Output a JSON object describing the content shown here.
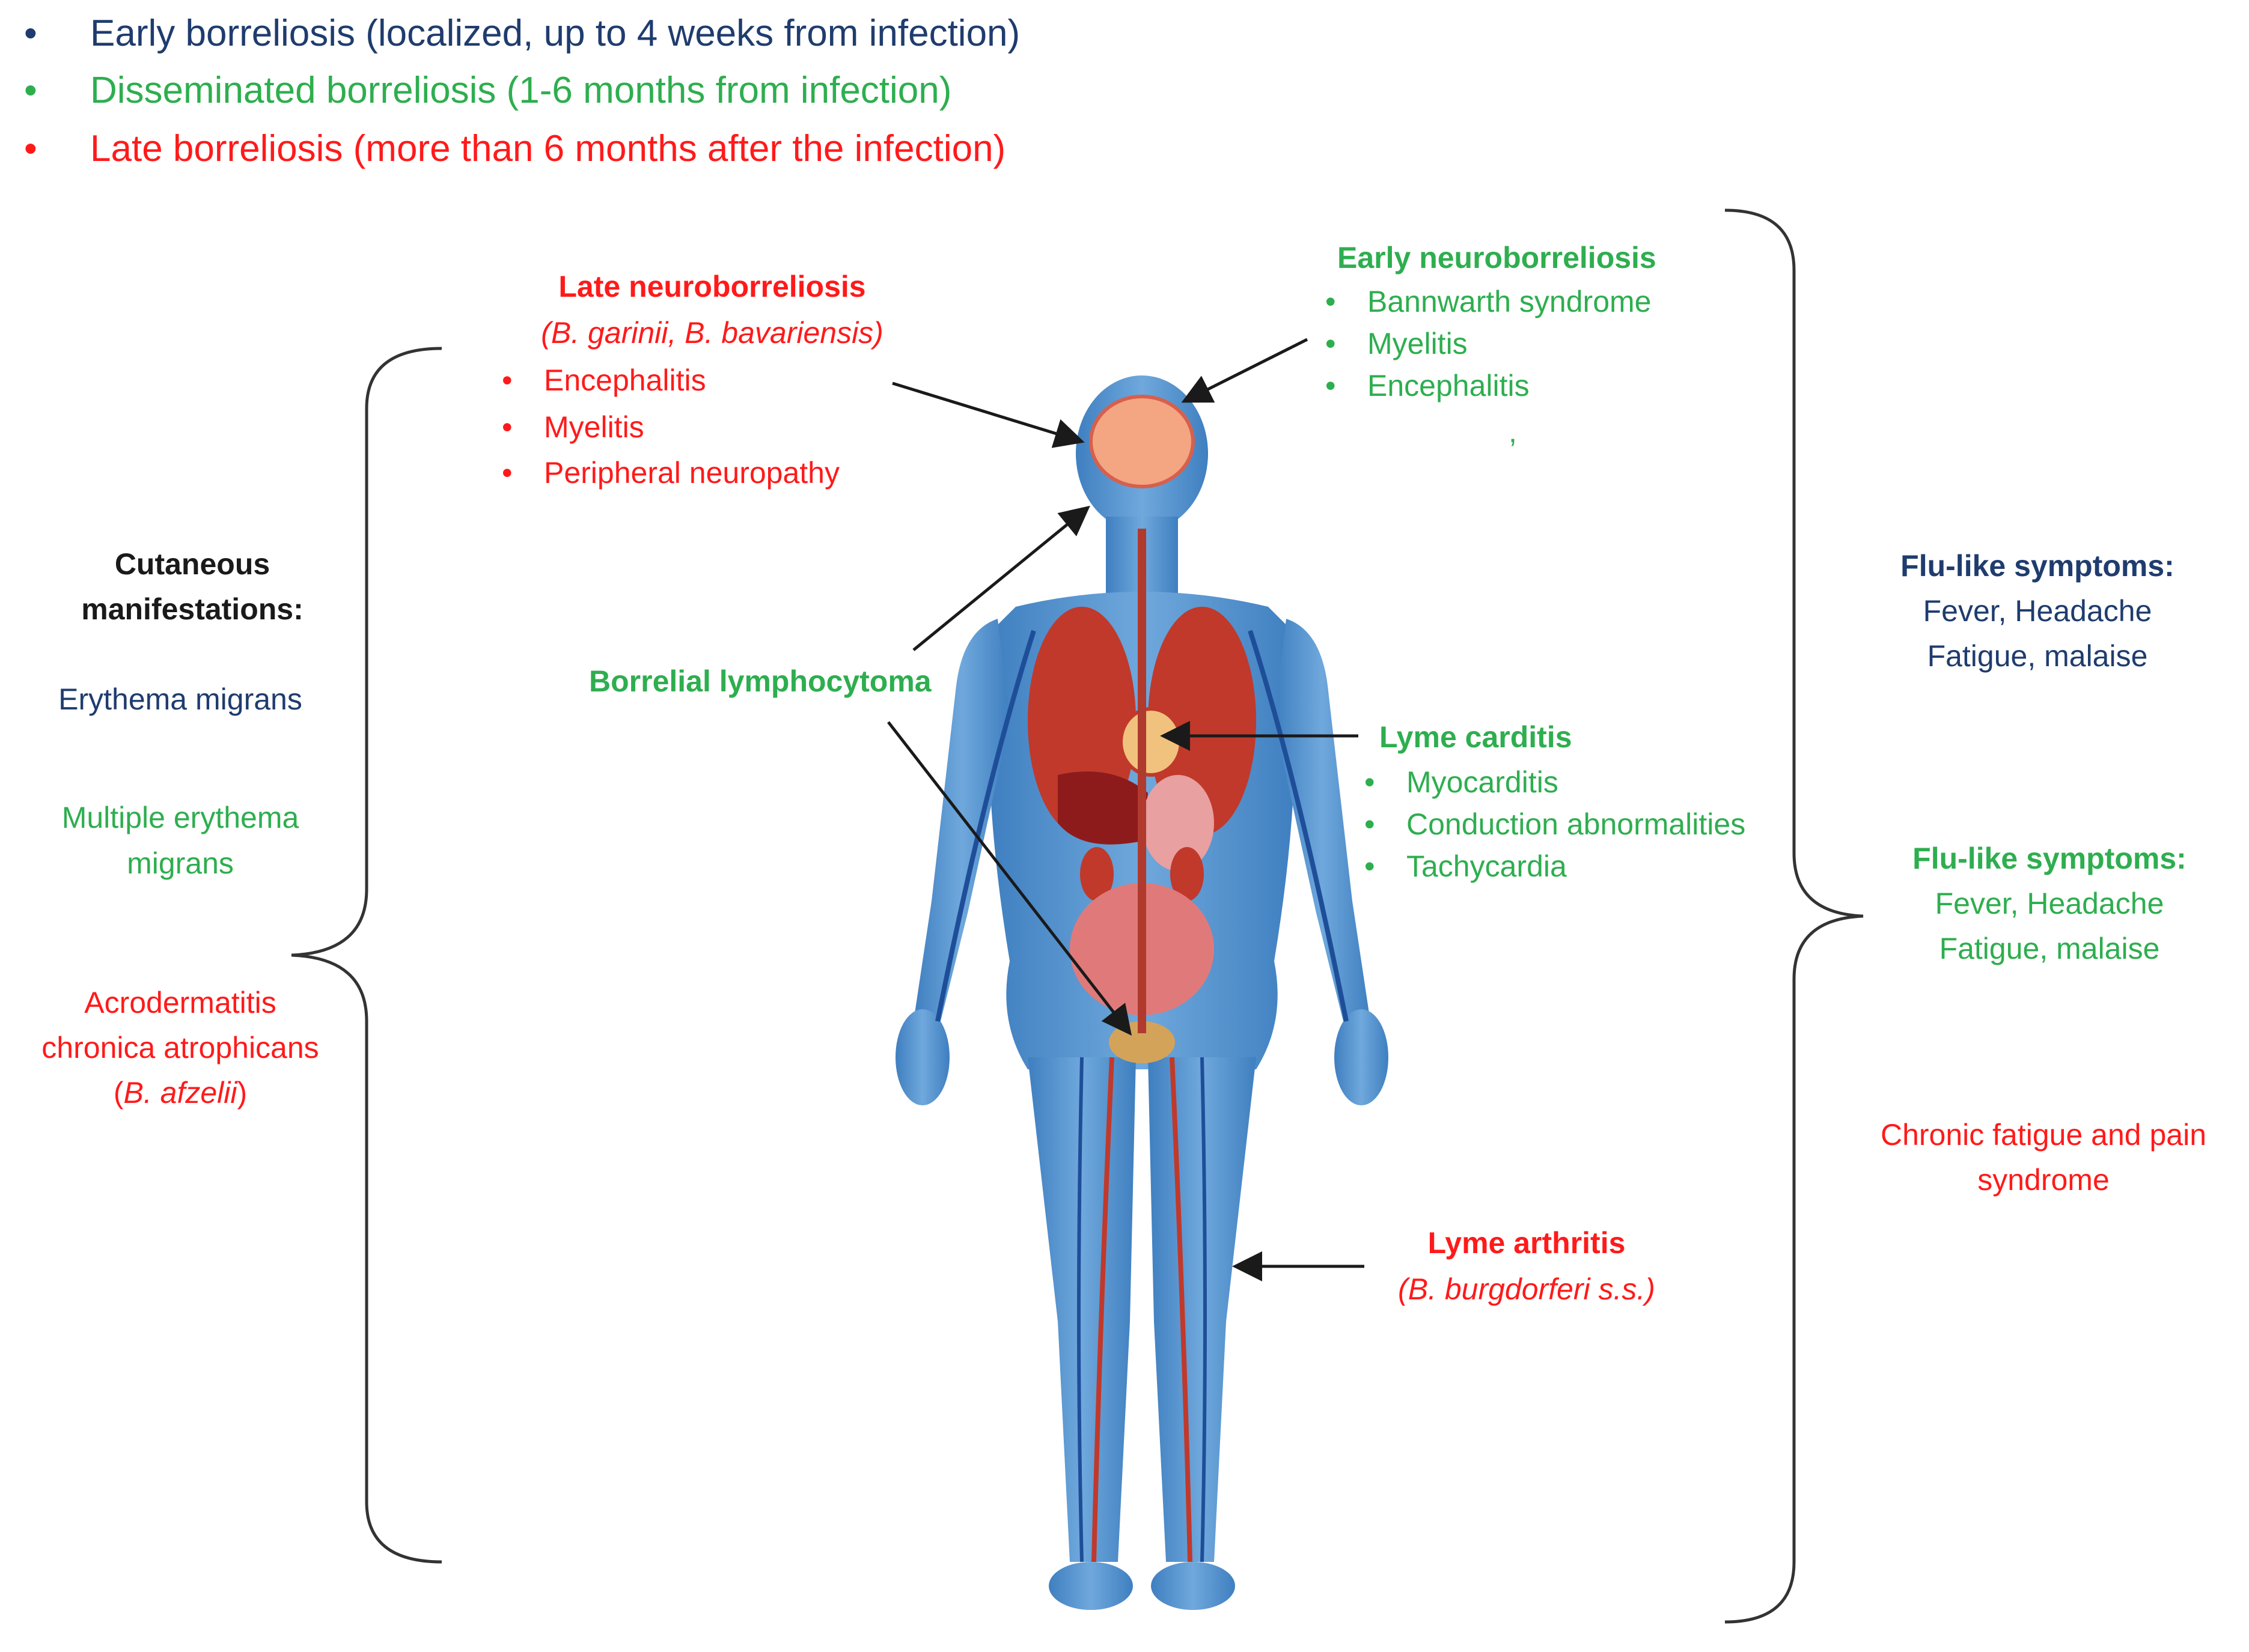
{
  "legend": [
    {
      "text": "Early borreliosis (localized, up to 4 weeks from infection)",
      "color": "#1f3c6e"
    },
    {
      "text": "Disseminated borreliosis (1-6 months from infection)",
      "color": "#2eae4f"
    },
    {
      "text": "Late borreliosis (more than 6 months after the infection)",
      "color": "#ff1a1a"
    }
  ],
  "late_neuro": {
    "title": "Late neuroborreliosis",
    "species": "(B. garinii, B. bavariensis)",
    "items": [
      "Encephalitis",
      "Myelitis",
      "Peripheral neuropathy"
    ]
  },
  "early_neuro": {
    "title": "Early neuroborreliosis",
    "items": [
      "Bannwarth syndrome",
      "Myelitis",
      "Encephalitis"
    ],
    "stray_mark": ","
  },
  "cutaneous": {
    "title_line1": "Cutaneous",
    "title_line2": "manifestations:",
    "em": "Erythema migrans",
    "mem_line1": "Multiple erythema",
    "mem_line2": "migrans",
    "aca_line1": "Acrodermatitis",
    "aca_line2": "chronica atrophicans",
    "aca_species": "B. afzelii"
  },
  "lymphocytoma": {
    "title": "Borrelial lymphocytoma"
  },
  "carditis": {
    "title": "Lyme carditis",
    "items": [
      "Myocarditis",
      "Conduction abnormalities",
      "Tachycardia"
    ]
  },
  "arthritis": {
    "title": "Lyme arthritis",
    "species": "(B. burgdorferi s.s.)"
  },
  "flu_early": {
    "title": "Flu-like symptoms:",
    "line1": "Fever, Headache",
    "line2": "Fatigue, malaise"
  },
  "flu_dissem": {
    "title": "Flu-like symptoms:",
    "line1": "Fever, Headache",
    "line2": "Fatigue, malaise"
  },
  "chronic": {
    "line1": "Chronic fatigue and pain",
    "line2": "syndrome"
  },
  "colors": {
    "early": "#1f3c6e",
    "disseminated": "#2eae4f",
    "late": "#ff1a1a",
    "body": "#5b9bd5"
  }
}
